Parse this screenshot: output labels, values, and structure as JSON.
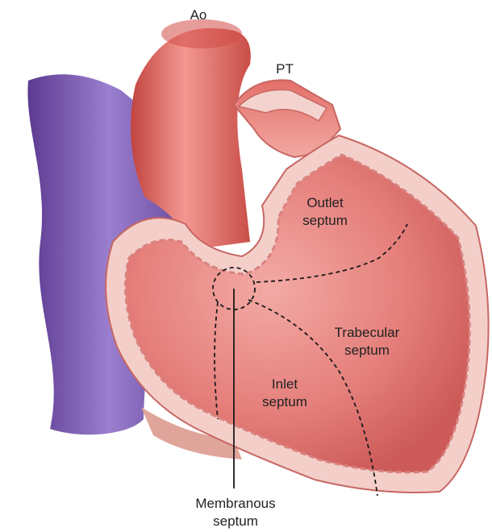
{
  "labels": {
    "ao": "Ao",
    "pt": "PT",
    "outlet_line1": "Outlet",
    "outlet_line2": "septum",
    "trabecular_line1": "Trabecular",
    "trabecular_line2": "septum",
    "inlet_line1": "Inlet",
    "inlet_line2": "septum",
    "membranous_line1": "Membranous",
    "membranous_line2": "septum"
  },
  "colors": {
    "vena_cava": "#7a4fa8",
    "aorta": "#e0605a",
    "wall": "#f2c9c4",
    "cavity": "#e37a78",
    "outline": "#c76763"
  }
}
